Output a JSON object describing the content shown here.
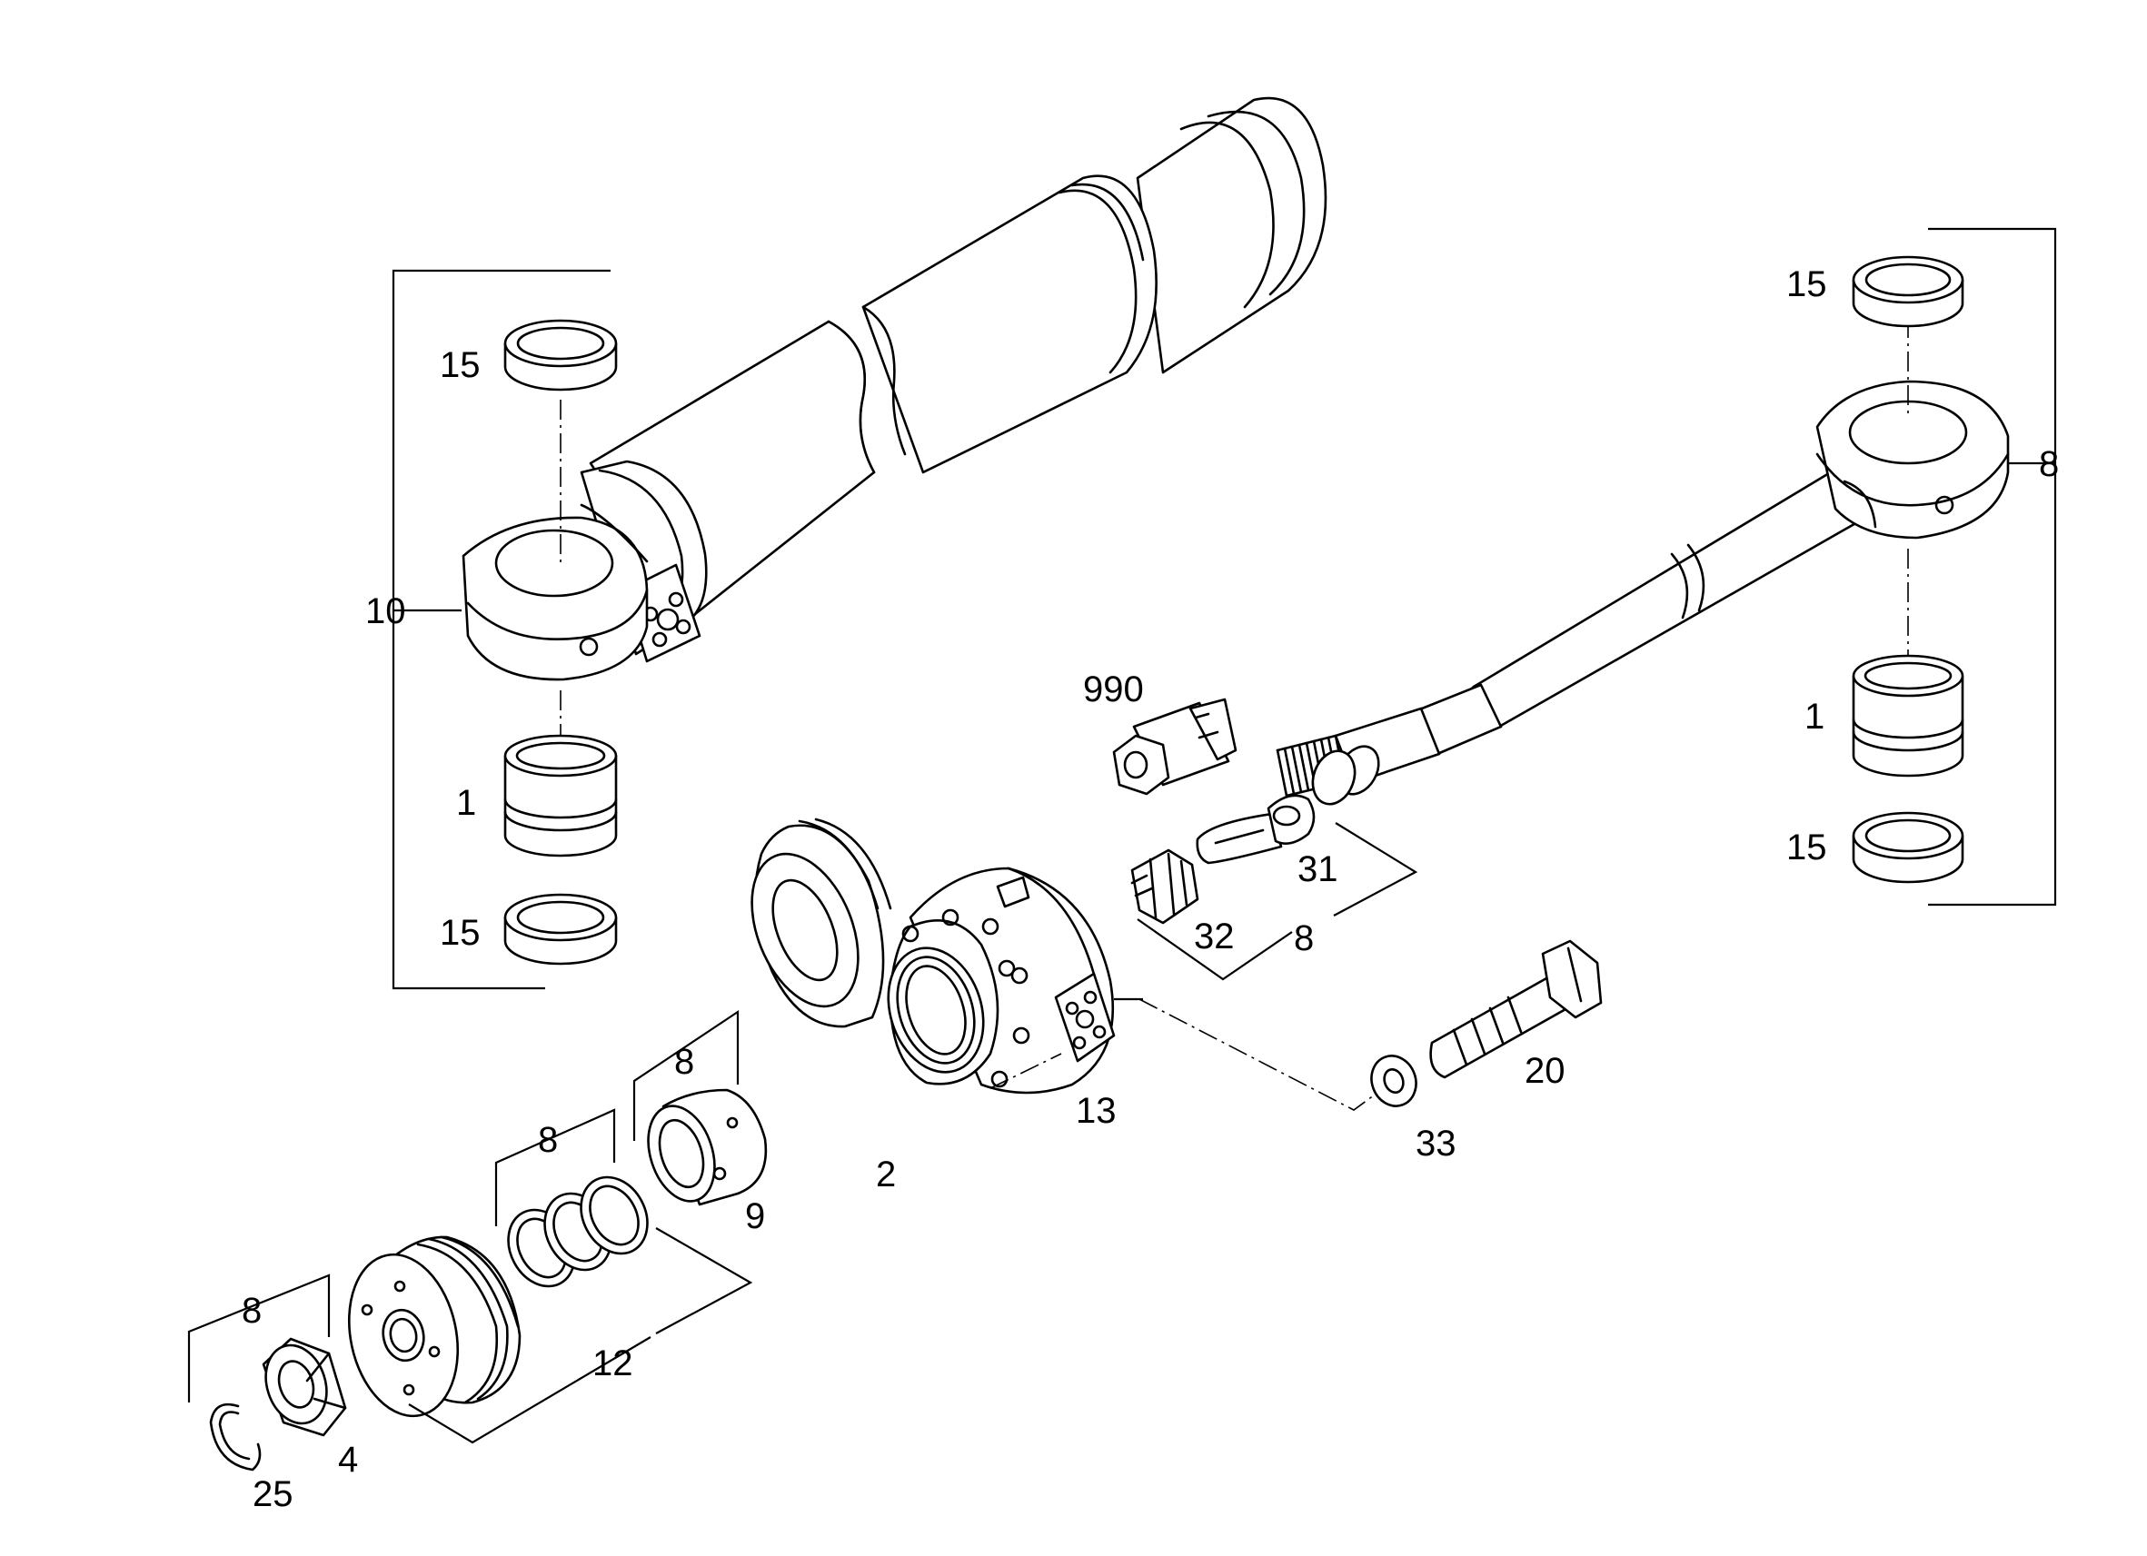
{
  "labels": {
    "cyl_15_top": "15",
    "cyl_10": "10",
    "cyl_1": "1",
    "cyl_15_bottom": "15",
    "rod_15_top": "15",
    "rod_8": "8",
    "rod_1": "1",
    "rod_15_bottom": "15",
    "p990": "990",
    "p31": "31",
    "p32": "32",
    "p8_valve": "8",
    "p20": "20",
    "p33": "33",
    "p13": "13",
    "p2": "2",
    "p8_top": "8",
    "p9": "9",
    "p8_mid": "8",
    "p12": "12",
    "p8_low": "8",
    "p4": "4",
    "p25": "25"
  }
}
